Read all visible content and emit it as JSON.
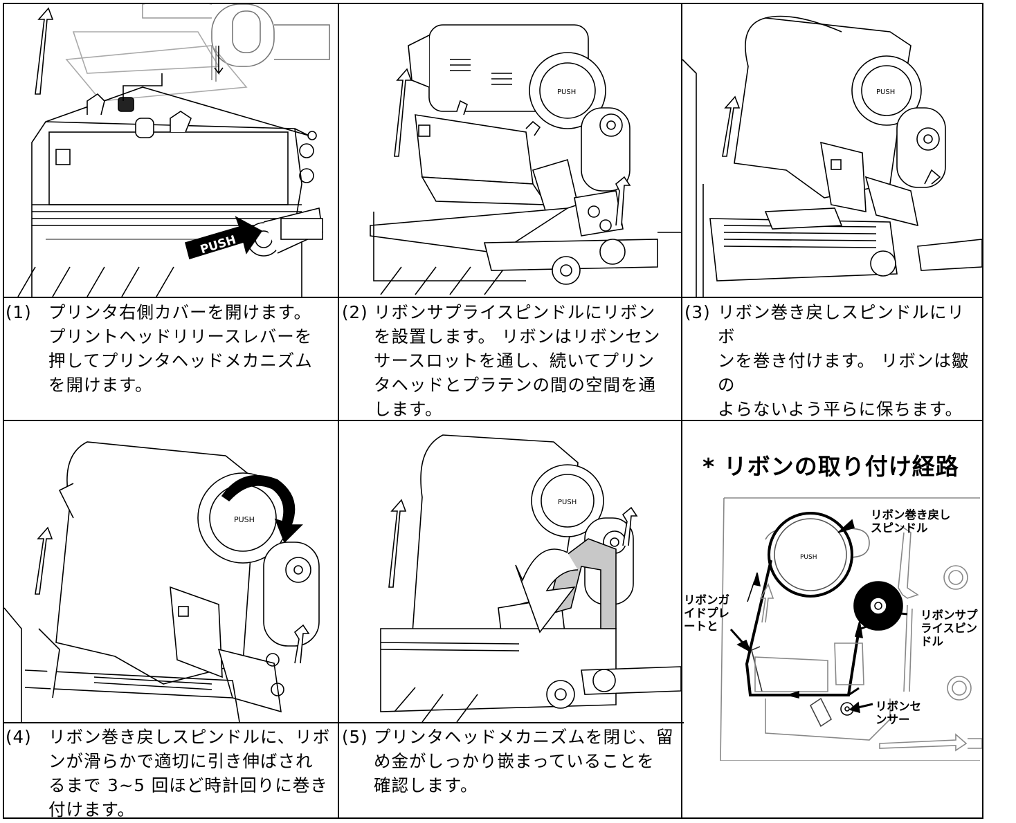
{
  "steps": [
    {
      "num": "(1)",
      "lines": [
        "プリンタ右側カバーを開けます。",
        "プリントヘッドリリースレバーを",
        "押してプリンタヘッドメカニズム",
        "を開けます。"
      ],
      "badge": "PUSH"
    },
    {
      "num": "(2)",
      "lines": [
        "リボンサプライスピンドルにリボン",
        "を設置します。 リボンはリボンセン",
        "サースロットを通し、続いてプリン",
        "タヘッドとプラテンの間の空間を通",
        "します。"
      ]
    },
    {
      "num": "(3)",
      "lines": [
        "リボン巻き戻しスピンドルにリボ",
        "ンを巻き付けます。 リボンは皺の",
        "よらないよう平らに保ちます。"
      ]
    },
    {
      "num": "(4)",
      "lines": [
        "リボン巻き戻しスピンドルに、リボ",
        "ンが滑らかで適切に引き伸ばされ",
        "るまで 3~5 回ほど時計回りに巻き",
        "付けます。"
      ]
    },
    {
      "num": "(5)",
      "lines": [
        "プリンタヘッドメカニズムを閉じ、留",
        "め金がしっかり嵌まっていることを",
        "確認します。"
      ]
    }
  ],
  "legend": {
    "title": "* リボンの取り付け経路",
    "labels": {
      "rewind": [
        "リボン巻き戻し",
        "スピンドル"
      ],
      "guide": [
        "リボンガ",
        "イドプレ",
        "ートと"
      ],
      "supply": [
        "リボンサプ",
        "ライスピン",
        "ドル"
      ],
      "sensor": [
        "リボンセ",
        "ンサー"
      ]
    }
  },
  "colors": {
    "line": "#000000",
    "paper": "#ffffff",
    "shade": "#c8c8c8"
  }
}
